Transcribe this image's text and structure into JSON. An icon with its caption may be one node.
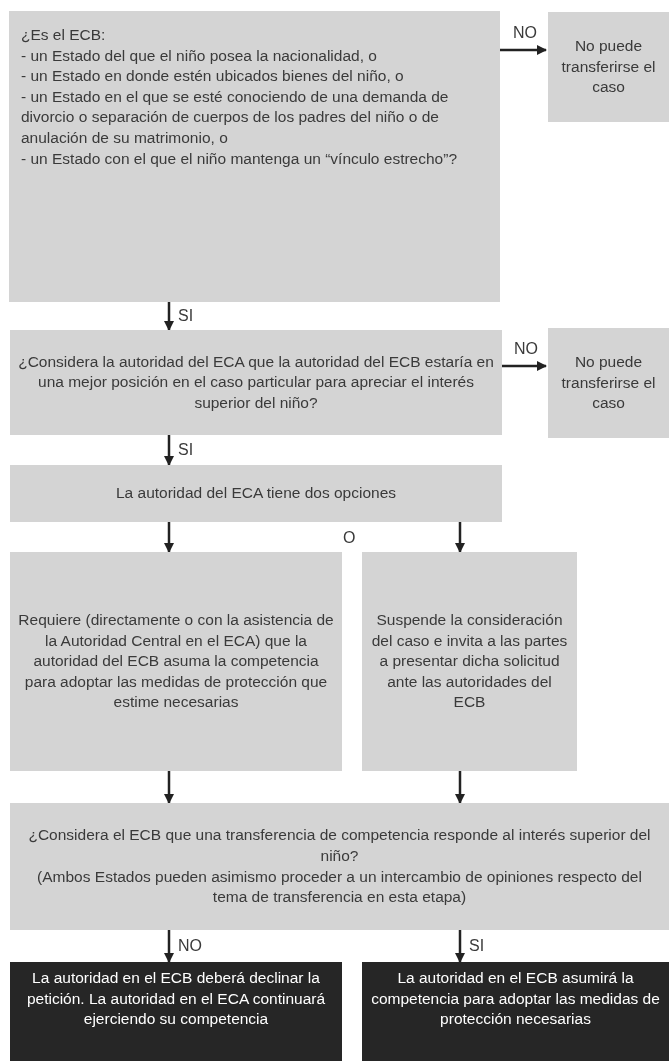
{
  "diagram": {
    "nodes": [
      {
        "text": [
          "¿Es el ECB:",
          "- un Estado del que el niño posea la nacionalidad, o",
          "- un Estado en donde estén ubicados bienes del niño, o",
          "- un Estado en el que se esté conociendo de una demanda de divorcio o separación de cuerpos de los padres del niño o de anulación de su matrimonio, o",
          "- un Estado con el que el niño mantenga un “vínculo estrecho”?"
        ]
      },
      {
        "text": [
          "No puede transferirse el caso"
        ]
      },
      {
        "text": [
          "¿Considera la autoridad del ECA que la autoridad del ECB estaría en una mejor posición en el caso particular para apreciar el interés superior del niño?"
        ]
      },
      {
        "text": [
          "No puede transferirse el caso"
        ]
      },
      {
        "text": [
          "La autoridad del ECA tiene dos opciones"
        ]
      },
      {
        "text": [
          "Requiere (directamente o con la asistencia de la Autoridad Central en el ECA) que la autoridad del ECB asuma la competencia para adoptar las medidas de protección que estime necesarias"
        ]
      },
      {
        "text": [
          "Suspende la consideración del caso e invita a las partes a presentar dicha solicitud ante las autoridades del ECB"
        ]
      },
      {
        "text": [
          "¿Considera el ECB que una transferencia de competencia responde al interés superior del niño?",
          "(Ambos Estados pueden asimismo proceder a un intercambio de opiniones respecto del tema de transferencia en esta etapa)"
        ]
      },
      {
        "text": [
          "La autoridad en el ECB deberá declinar la petición. La autoridad en el ECA continuará ejerciendo su competencia"
        ]
      },
      {
        "text": [
          "La autoridad en el ECB asumirá la competencia para adoptar las medidas de protección necesarias"
        ]
      }
    ],
    "edges": [
      {
        "from": 0,
        "to": 1,
        "arrow": "to",
        "label": "NO"
      },
      {
        "from": 0,
        "to": 2,
        "arrow": "to",
        "label": "SI"
      },
      {
        "from": 2,
        "to": 3,
        "arrow": "to",
        "label": "NO"
      },
      {
        "from": 2,
        "to": 4,
        "arrow": "to",
        "label": "SI"
      },
      {
        "from": 4,
        "to": 5,
        "arrow": "to"
      },
      {
        "from": 4,
        "to": 6,
        "arrow": "to"
      },
      {
        "from": 5,
        "to": 7,
        "arrow": "to"
      },
      {
        "from": 6,
        "to": 7,
        "arrow": "to"
      },
      {
        "from": 7,
        "to": 8,
        "arrow": "to",
        "label": "NO"
      },
      {
        "from": 7,
        "to": 9,
        "arrow": "to",
        "label": "SI"
      }
    ],
    "labels": [
      "O"
    ]
  }
}
